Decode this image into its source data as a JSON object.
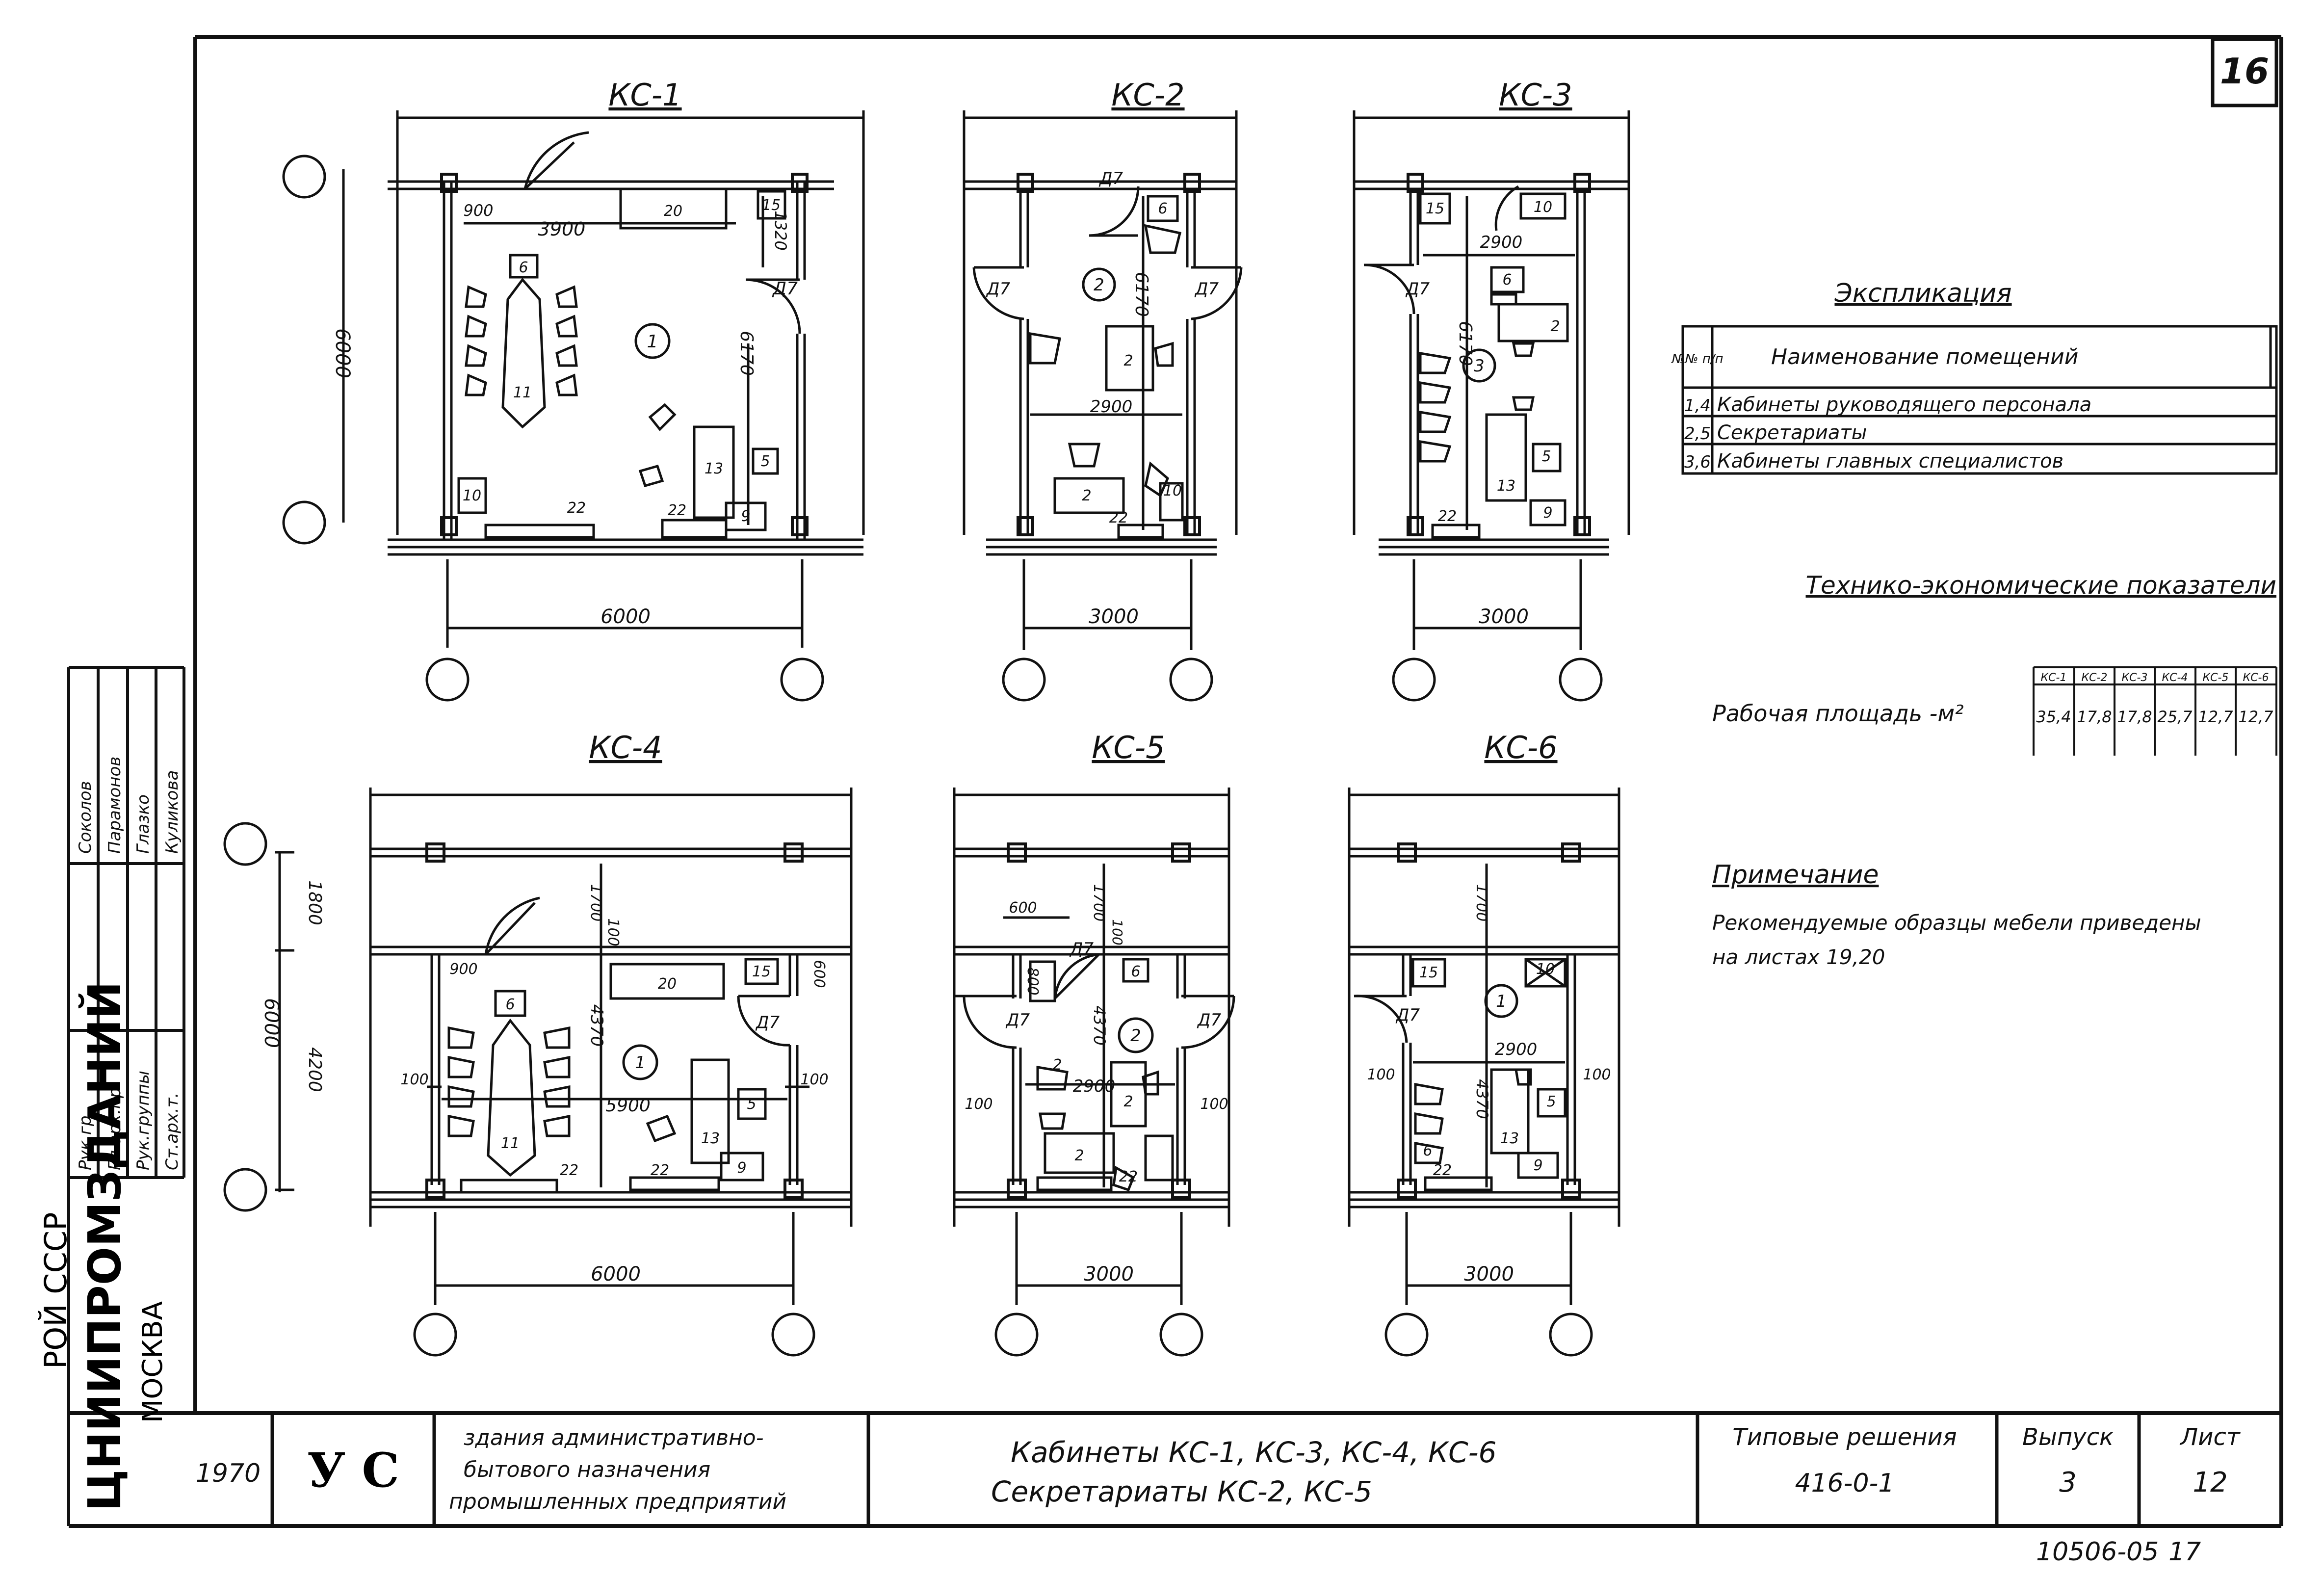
{
  "sheet_number": "16",
  "plans": {
    "kc1": {
      "title": "КС-1",
      "dims": {
        "w": "6000",
        "h": "6000",
        "inner": "3900",
        "room": "6170",
        "d1": "900",
        "d2": "1320"
      },
      "door": "Д7",
      "room_no": "1",
      "items": {
        "i20": "20",
        "i15": "15",
        "i6": "6",
        "i11": "11",
        "i13": "13",
        "i5": "5",
        "i10": "10",
        "i22a": "22",
        "i22b": "22",
        "i9": "9"
      }
    },
    "kc2": {
      "title": "КС-2",
      "dims": {
        "w": "3000",
        "inner": "2900",
        "room": "6170"
      },
      "door_a": "Д7",
      "door_b": "Д7",
      "door_c": "Д7",
      "room_no": "2",
      "items": {
        "i6": "6",
        "i2a": "2",
        "i2b": "2",
        "i10": "10",
        "i22": "22"
      }
    },
    "kc3": {
      "title": "КС-3",
      "dims": {
        "w": "3000",
        "inner": "2900",
        "room": "6170"
      },
      "door": "Д7",
      "room_no": "3",
      "items": {
        "i15": "15",
        "i10": "10",
        "i6": "6",
        "i2": "2",
        "i13": "13",
        "i5": "5",
        "i22": "22",
        "i9": "9"
      }
    },
    "kc4": {
      "title": "КС-4",
      "dims": {
        "w": "6000",
        "h": "6000",
        "top": "1800",
        "bottom": "4200",
        "inner": "5900",
        "room": "4370",
        "d1": "900",
        "d2": "600",
        "c1": "1700",
        "c2": "100",
        "s1": "100",
        "s2": "100"
      },
      "door": "Д7",
      "room_no": "1",
      "items": {
        "i20": "20",
        "i15": "15",
        "i6": "6",
        "i11": "11",
        "i13": "13",
        "i5": "5",
        "i22a": "22",
        "i22b": "22",
        "i9": "9"
      }
    },
    "kc5": {
      "title": "КС-5",
      "dims": {
        "w": "3000",
        "inner": "2900",
        "room": "4370",
        "d1": "600",
        "d2": "800",
        "c1": "1700",
        "c2": "100",
        "s1": "100",
        "s2": "100"
      },
      "door_a": "Д7",
      "door_b": "Д7",
      "door_c": "Д7",
      "room_no": "2",
      "items": {
        "i6": "6",
        "i2a": "2",
        "i2b": "2",
        "i2c": "2",
        "i22": "22"
      }
    },
    "kc6": {
      "title": "КС-6",
      "dims": {
        "w": "3000",
        "inner": "2900",
        "room": "4370",
        "c1": "1700",
        "s1": "100",
        "s2": "100"
      },
      "door": "Д7",
      "room_no": "1",
      "items": {
        "i15": "15",
        "i10": "10",
        "i13": "13",
        "i5": "5",
        "i6": "6",
        "i22": "22",
        "i9": "9"
      }
    }
  },
  "explication": {
    "title": "Экспликация",
    "header_num": "№№ п/п",
    "header_name": "Наименование помещений",
    "rows": [
      {
        "num": "1,4",
        "name": "Кабинеты руководящего персонала"
      },
      {
        "num": "2,5",
        "name": "Секретариаты"
      },
      {
        "num": "3,6",
        "name": "Кабинеты главных специалистов"
      }
    ]
  },
  "indicators": {
    "title": "Технико-экономические показатели",
    "row_label": "Рабочая площадь -м²",
    "columns": [
      "КС-1",
      "КС-2",
      "КС-3",
      "КС-4",
      "КС-5",
      "КС-6"
    ],
    "values": [
      "35,4",
      "17,8",
      "17,8",
      "25,7",
      "12,7",
      "12,7"
    ]
  },
  "note": {
    "title": "Примечание",
    "text_line1": "Рекомендуемые образцы мебели приведены",
    "text_line2": "на листах 19,20"
  },
  "side_stamp": {
    "names": [
      "Соколов",
      "Парамонов",
      "Глазко",
      "Куликова"
    ],
    "roles": [
      "Рук.гр.",
      "Гл.арх.пр.",
      "Рук.группы",
      "Ст.арх.т."
    ],
    "org_line1": "РОЙ СССР",
    "org_line2": "ЦНИИПРОМЗДАНИЙ",
    "org_line3": "МОСКВА"
  },
  "title_block": {
    "year": "1970",
    "letters": "У  С",
    "desc_line1": "здания административно-",
    "desc_line2": "бытового назначения",
    "desc_line3": "промышленных предприятий",
    "main_line1": "Кабинеты КС-1, КС-3, КС-4, КС-6",
    "main_line2": "Секретариаты КС-2, КС-5",
    "series_label": "Типовые решения",
    "series_value": "416-0-1",
    "issue_label": "Выпуск",
    "issue_value": "3",
    "sheet_label": "Лист",
    "sheet_value": "12"
  },
  "footer_code": "10506-05",
  "footer_num": "17"
}
